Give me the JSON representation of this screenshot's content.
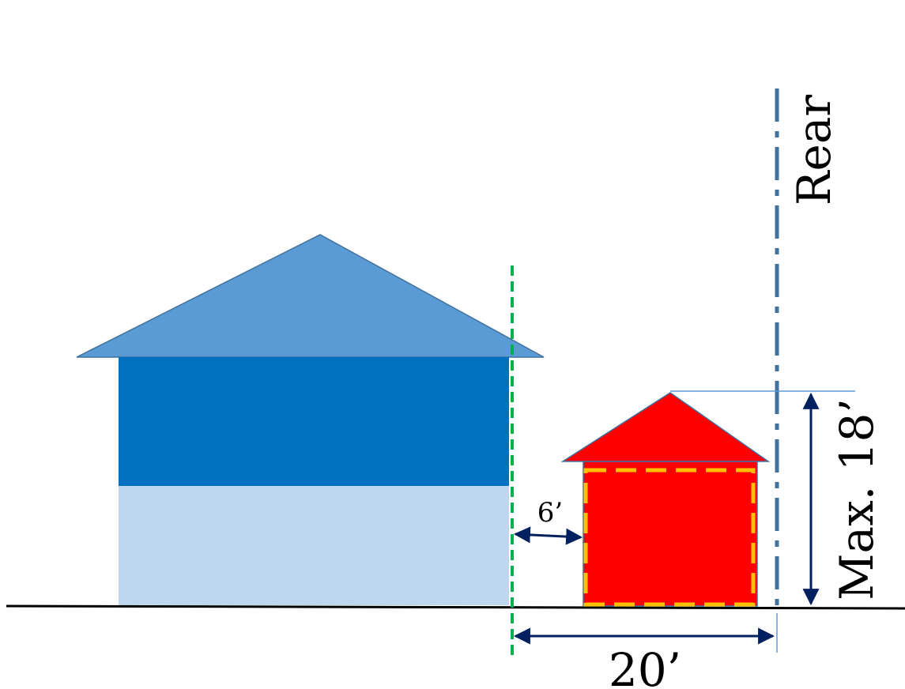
{
  "labels": {
    "rear": "Rear",
    "setback_side": "6’",
    "setback_rear": "20’",
    "max_height": "Max. 18’"
  },
  "colors": {
    "main_roof": "#5b9bd5",
    "main_upper_wall": "#0070c0",
    "main_lower_wall": "#bdd7ee",
    "accessory_building": "#ff0000",
    "buildable_envelope_dash": "#ffc000",
    "setback_line": "#00b050",
    "rear_lot_line": "#41719c",
    "dimension_arrow": "#002060",
    "ground": "#000000"
  }
}
